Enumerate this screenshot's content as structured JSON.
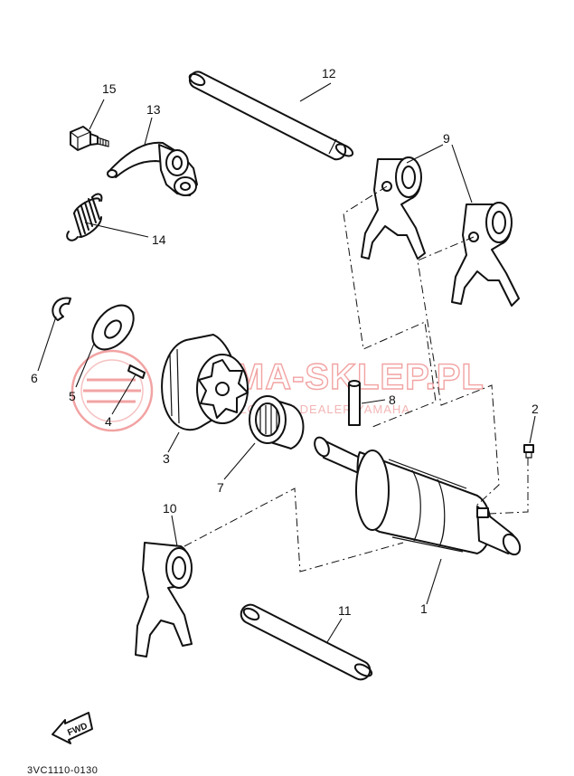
{
  "diagram": {
    "watermark": {
      "main_text": "YAMA-SKLEP.PL",
      "sub_text": "AUTORYZOWANY DEALER YAMAHA",
      "color": "#f2a3a3"
    },
    "part_labels": [
      {
        "id": "1",
        "text": "1"
      },
      {
        "id": "2",
        "text": "2"
      },
      {
        "id": "3",
        "text": "3"
      },
      {
        "id": "4",
        "text": "4"
      },
      {
        "id": "5",
        "text": "5"
      },
      {
        "id": "6",
        "text": "6"
      },
      {
        "id": "7",
        "text": "7"
      },
      {
        "id": "8",
        "text": "8"
      },
      {
        "id": "9",
        "text": "9"
      },
      {
        "id": "10",
        "text": "10"
      },
      {
        "id": "11",
        "text": "11"
      },
      {
        "id": "12",
        "text": "12"
      },
      {
        "id": "13",
        "text": "13"
      },
      {
        "id": "14",
        "text": "14"
      },
      {
        "id": "15",
        "text": "15"
      }
    ],
    "fwd_badge": "FWD",
    "diagram_code": "3VC1110-0130",
    "line_color": "#111111"
  }
}
